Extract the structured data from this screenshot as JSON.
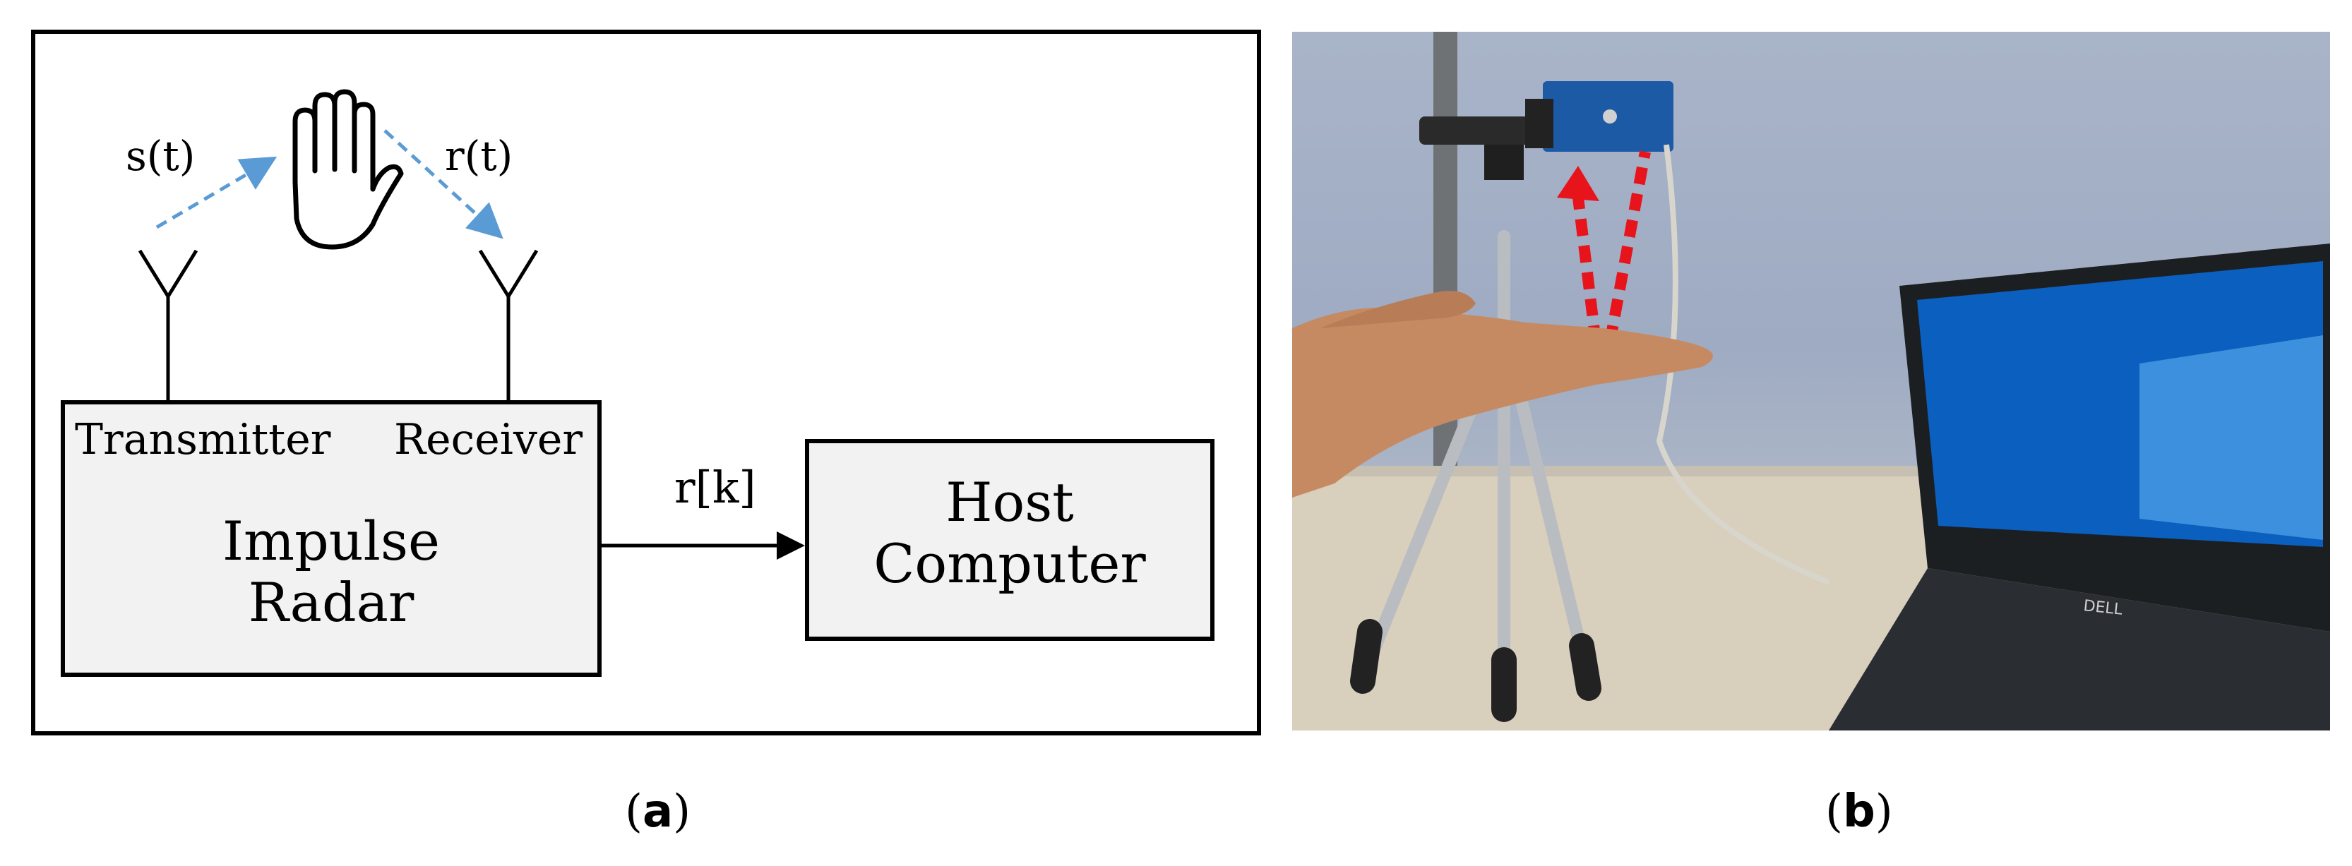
{
  "panel_a": {
    "tx_signal_label": "s(t)",
    "rx_signal_label": "r(t)",
    "transmitter_label": "Transmitter",
    "receiver_label": "Receiver",
    "radar_box_line1": "Impulse",
    "radar_box_line2": "Radar",
    "host_box_line1": "Host",
    "host_box_line2": "Computer",
    "link_label": "r[k]",
    "arrow_color": "#5b9bd5",
    "box_fill": "#f2f2f2"
  },
  "panel_b": {
    "laptop_brand": "DELL",
    "beam_color": "#e8141b"
  },
  "captions": {
    "a": {
      "open": "(",
      "letter": "a",
      "close": ")"
    },
    "b": {
      "open": "(",
      "letter": "b",
      "close": ")"
    }
  }
}
